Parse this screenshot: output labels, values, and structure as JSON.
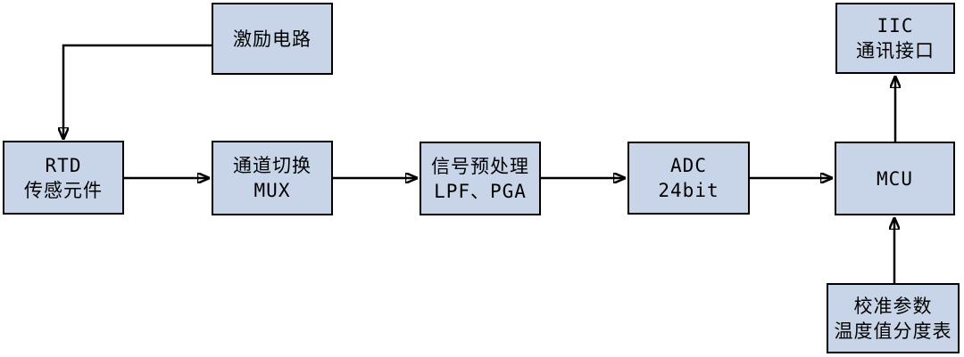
{
  "diagram": {
    "title": "RTD temperature measurement signal-chain block diagram",
    "colors": {
      "box_fill": "#c8d5e8",
      "box_border": "#000000",
      "connector": "#000000",
      "background": "#ffffff"
    },
    "boxes": {
      "excitation": {
        "line1": "激励电路"
      },
      "rtd": {
        "line1": "RTD",
        "line2": "传感元件"
      },
      "mux": {
        "line1": "通道切换",
        "line2": "MUX"
      },
      "preprocess": {
        "line1": "信号预处理",
        "line2": "LPF、PGA"
      },
      "adc": {
        "line1": "ADC",
        "line2": "24bit"
      },
      "mcu": {
        "line1": "MCU"
      },
      "iic": {
        "line1": "IIC",
        "line2": "通讯接口"
      },
      "calibration": {
        "line1": "校准参数",
        "line2": "温度值分度表"
      }
    },
    "connections": [
      {
        "from": "excitation",
        "to": "rtd"
      },
      {
        "from": "rtd",
        "to": "mux"
      },
      {
        "from": "mux",
        "to": "preprocess"
      },
      {
        "from": "preprocess",
        "to": "adc"
      },
      {
        "from": "adc",
        "to": "mcu"
      },
      {
        "from": "mcu",
        "to": "iic"
      },
      {
        "from": "calibration",
        "to": "mcu"
      }
    ]
  }
}
